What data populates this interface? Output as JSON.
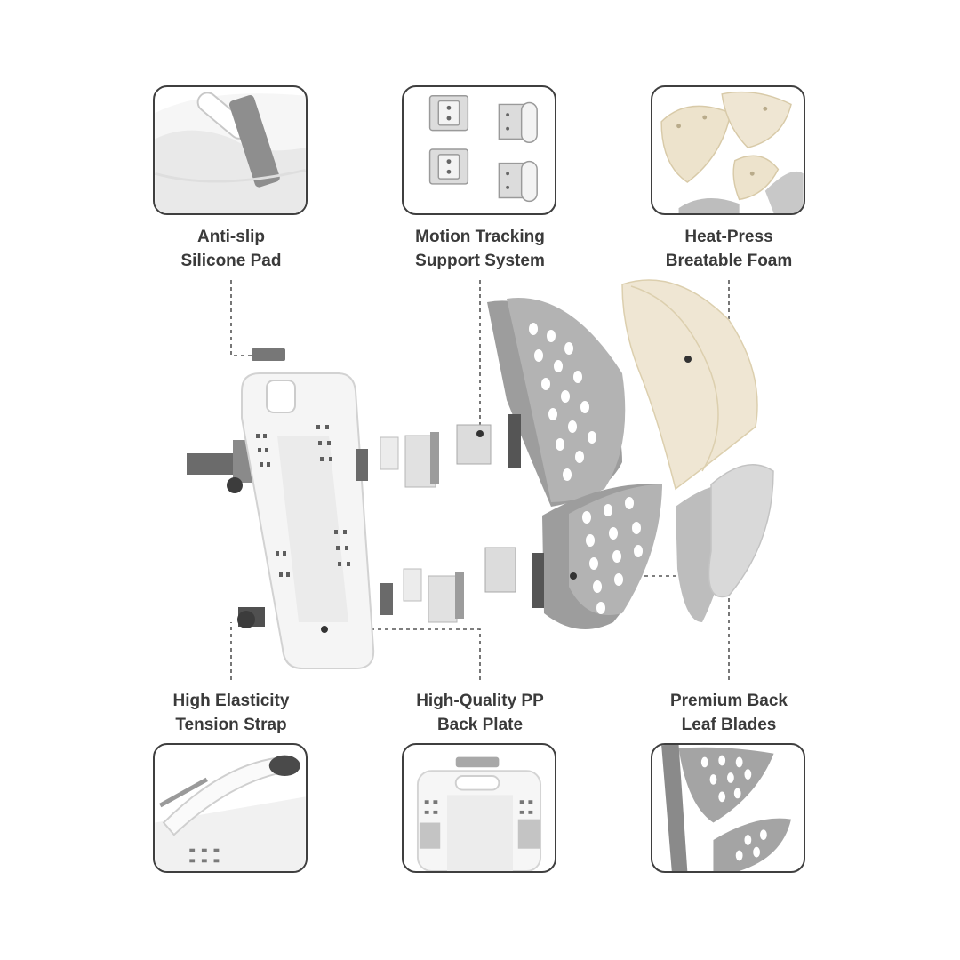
{
  "features": [
    {
      "id": "anti-slip",
      "line1": "Anti-slip",
      "line2": "Silicone Pad",
      "icon": "silicone-pad-closeup"
    },
    {
      "id": "motion",
      "line1": "Motion Tracking",
      "line2": "Support System",
      "icon": "hinge-brackets-closeup"
    },
    {
      "id": "foam",
      "line1": "Heat-Press",
      "line2": "Breatable Foam",
      "icon": "foam-pads-closeup"
    },
    {
      "id": "strap",
      "line1": "High Elasticity",
      "line2": "Tension Strap",
      "icon": "tension-strap-closeup"
    },
    {
      "id": "plate",
      "line1": "High-Quality PP",
      "line2": "Back Plate",
      "icon": "back-plate-closeup"
    },
    {
      "id": "blades",
      "line1": "Premium Back",
      "line2": "Leaf Blades",
      "icon": "leaf-blades-closeup"
    }
  ],
  "colors": {
    "frame": "#3f3f3f",
    "text": "#3a3a3a",
    "plate_white": "#f4f4f4",
    "blade_gray": "#9e9e9e",
    "foam_cream": "#efe6d3",
    "metal": "#c9c9c9",
    "dark_part": "#555555"
  }
}
